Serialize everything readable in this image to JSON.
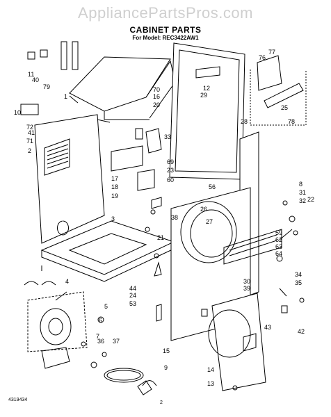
{
  "header": {
    "watermark": "AppliancePartsPros.com",
    "title": "CABINET PARTS",
    "model": "For Model: REC3422AW1"
  },
  "footer": {
    "figure_number": "4319434",
    "page_number": "2"
  },
  "callouts": [
    "1",
    "2",
    "3",
    "4",
    "5",
    "6",
    "7",
    "8",
    "9",
    "10",
    "11",
    "12",
    "13",
    "14",
    "15",
    "16",
    "17",
    "18",
    "19",
    "20",
    "21",
    "22",
    "23",
    "24",
    "25",
    "26",
    "27",
    "28",
    "29",
    "30",
    "31",
    "32",
    "33",
    "34",
    "35",
    "36",
    "37",
    "38",
    "39",
    "40",
    "41",
    "42",
    "43",
    "44",
    "53",
    "56",
    "59",
    "60",
    "62",
    "63",
    "64",
    "69",
    "70",
    "71",
    "72",
    "76",
    "77",
    "78",
    "79"
  ]
}
